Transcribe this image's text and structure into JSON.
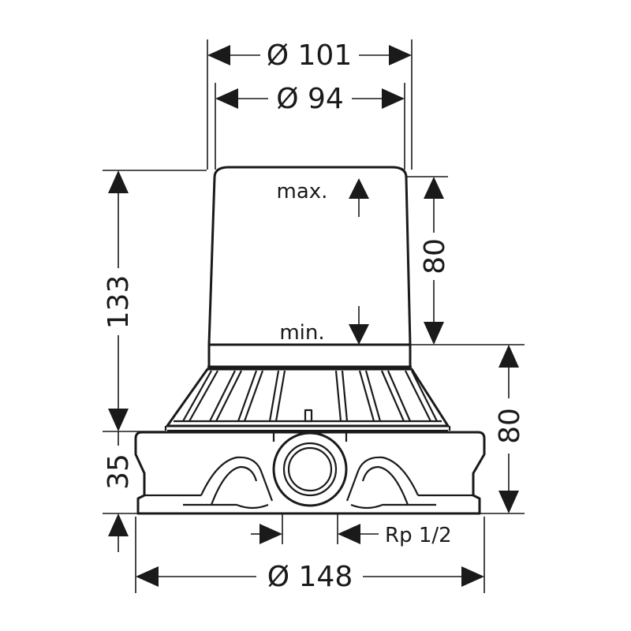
{
  "dimensions": {
    "top_outer_diameter": "Ø 101",
    "top_inner_diameter": "Ø 94",
    "total_height": "133",
    "upper_adjust_range": "80",
    "lower_adjust_range": "80",
    "base_height": "35",
    "base_diameter": "Ø 148",
    "thread": "Rp 1/2"
  },
  "labels": {
    "max": "max.",
    "min": "min."
  },
  "colors": {
    "line": "#1a1a1a",
    "background": "#ffffff"
  }
}
